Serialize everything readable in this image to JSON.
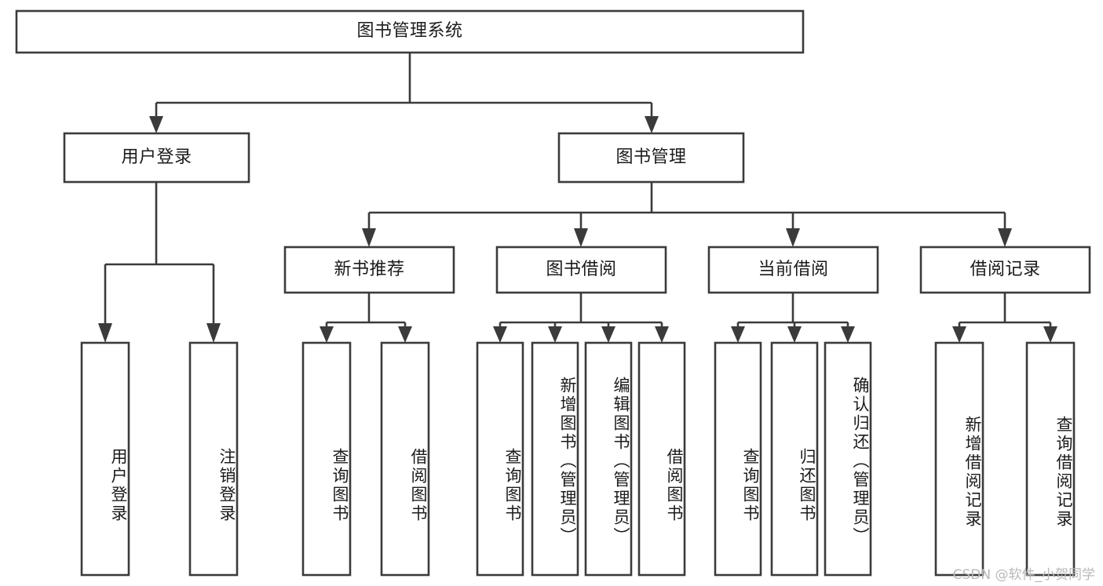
{
  "diagram": {
    "title": "图书管理系统",
    "type": "tree",
    "watermark": "CSDN @软件_小贺同学",
    "colors": {
      "stroke": "#3b3b3b",
      "box_fill": "#ffffff",
      "text": "#1b1b1b",
      "watermark": "#b9b9b9",
      "background": "#ffffff"
    },
    "levels": {
      "root": {
        "label": "图书管理系统"
      },
      "level2": [
        {
          "label": "用户登录"
        },
        {
          "label": "图书管理"
        }
      ],
      "level3": [
        {
          "label": "新书推荐"
        },
        {
          "label": "图书借阅"
        },
        {
          "label": "当前借阅"
        },
        {
          "label": "借阅记录"
        }
      ],
      "leaves": [
        {
          "label": "用户登录",
          "parent": "用户登录"
        },
        {
          "label": "注销登录",
          "parent": "用户登录"
        },
        {
          "label": "查询图书",
          "parent": "新书推荐"
        },
        {
          "label": "借阅图书",
          "parent": "新书推荐"
        },
        {
          "label": "查询图书",
          "parent": "图书借阅"
        },
        {
          "label": "新增图书（管理员）",
          "parent": "图书借阅"
        },
        {
          "label": "编辑图书（管理员）",
          "parent": "图书借阅"
        },
        {
          "label": "借阅图书",
          "parent": "图书借阅"
        },
        {
          "label": "查询图书",
          "parent": "当前借阅"
        },
        {
          "label": "归还图书",
          "parent": "当前借阅"
        },
        {
          "label": "确认归还（管理员）",
          "parent": "当前借阅"
        },
        {
          "label": "新增借阅记录",
          "parent": "借阅记录"
        },
        {
          "label": "查询借阅记录",
          "parent": "借阅记录"
        }
      ]
    }
  }
}
